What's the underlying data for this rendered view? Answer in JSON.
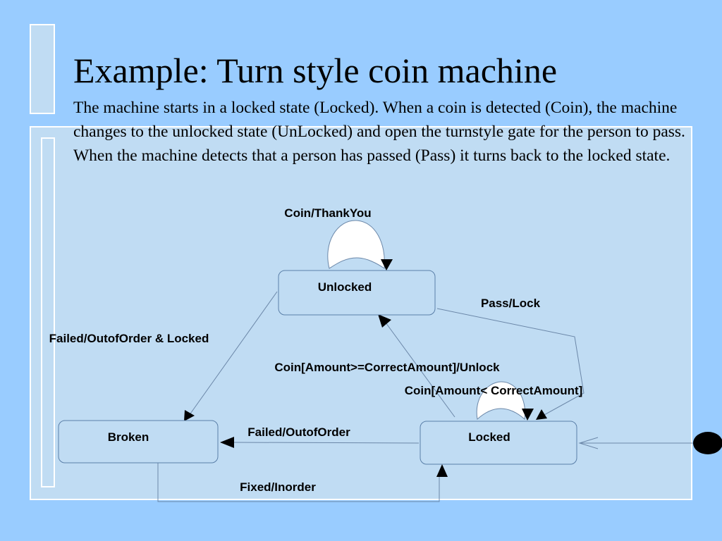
{
  "slide": {
    "title": "Example: Turn style coin machine",
    "body": "The machine starts in a locked state (Locked). When a coin is detected (Coin), the machine changes to the unlocked state (UnLocked) and open the turnstyle gate for the person to pass. When the machine detects that a person has passed (Pass) it turns back to the locked state."
  },
  "diagram": {
    "states": {
      "unlocked": "Unlocked",
      "locked": "Locked",
      "broken": "Broken"
    },
    "transitions": {
      "unlocked_self": "Coin/ThankYou",
      "unlocked_to_locked": "Pass/Lock",
      "unlocked_to_broken": "Failed/OutofOrder & Locked",
      "locked_to_unlocked": "Coin[Amount>=CorrectAmount]/Unlock",
      "locked_self": "Coin[Amount< CorrectAmount]",
      "locked_to_broken": "Failed/OutofOrder",
      "broken_to_locked": "Fixed/Inorder"
    }
  },
  "colors": {
    "background": "#99ccff",
    "panel": "#c0dcf3",
    "panel_border": "#ffffff",
    "edge": "#6b87a8",
    "state_border": "#5a7fa8"
  }
}
